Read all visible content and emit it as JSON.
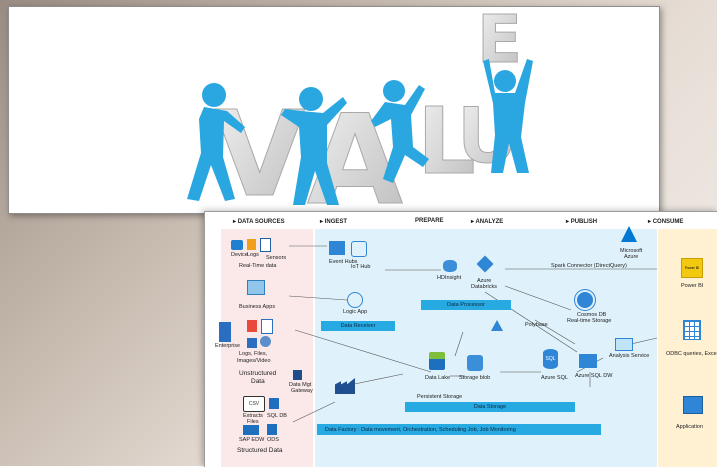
{
  "value_slide": {
    "letters": [
      "V",
      "A",
      "L",
      "U",
      "E"
    ],
    "colors": {
      "figure": "#2aa7e0",
      "letter": "#d9d9d9"
    }
  },
  "architecture": {
    "headers": [
      "DATA SOURCES",
      "INGEST",
      "PREPARE",
      "ANALYZE",
      "PUBLISH",
      "CONSUME"
    ],
    "sources": {
      "device": "Device",
      "logs": "Logs",
      "sensors": "Sensors",
      "realtime": "Real-Time data",
      "business_apps": "Business Apps",
      "enterprise": "Enterprise",
      "logs_files": "Logs, Files,",
      "images_video": "Images/Video",
      "unstructured_1": "Unstructured",
      "unstructured_2": "Data",
      "gateway_1": "Data Mgt",
      "gateway_2": "Gateway",
      "extracts_1": "Extracts",
      "extracts_2": "Files",
      "sql_db": "SQL DB",
      "sap_edw": "SAP EDW",
      "ods": "ODS",
      "structured": "Structured Data"
    },
    "ingest": {
      "event_hubs": "Event Hubs",
      "iot_hub": "IoT Hub",
      "logic_app": "Logic App",
      "data_receiver": "Data Receiver"
    },
    "prepare": {
      "hdinsight": "HDInsight",
      "databricks_1": "Azure",
      "databricks_2": "Databricks",
      "data_processor": "Data Processor",
      "data_lake": "Data Lake",
      "storage_blob": "Storage blob",
      "persistent_storage": "Persistent Storage",
      "data_storage": "Data Storage",
      "data_factory": "Data Factory : Data movement, Orchestration, Scheduling Job, Job Monitoring"
    },
    "analyze": {
      "polybase": "Polybase",
      "cosmos_1": "Cosmos DB",
      "cosmos_2": "Real-time Storage",
      "azure_sql": "Azure SQL",
      "azure_sql_dw": "Azure SQL DW",
      "sql_badge": "SQL"
    },
    "publish": {
      "microsoft_azure_1": "Microsoft",
      "microsoft_azure_2": "Azure",
      "spark_connector": "Spark Connector (DirectQuery)",
      "analysis_service": "Analysis Service"
    },
    "consume": {
      "power_bi": "Power BI",
      "power_bi_small": "Power BI",
      "odbc": "ODBC queries, Exce",
      "application": "Application"
    },
    "colors": {
      "source_band": "#fbe9e9",
      "process_band": "#dff1fa",
      "consume_band": "#fff1d2",
      "accent": "#27a9e1",
      "azure": "#0078d4"
    }
  }
}
